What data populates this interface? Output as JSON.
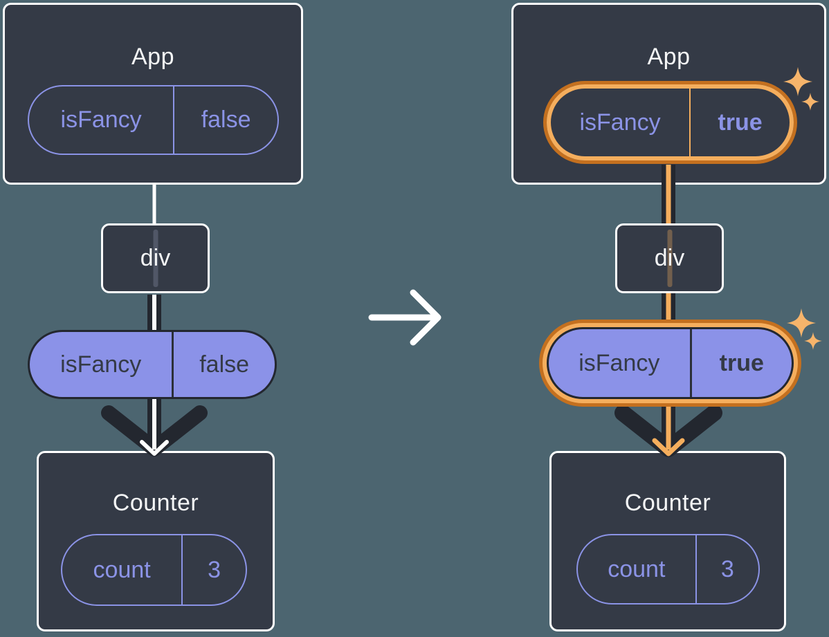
{
  "icons": {
    "transition": "arrow-right-icon",
    "highlight": "sparkle-icon"
  },
  "colors": {
    "background": "#4C6570",
    "card_background": "#343A46",
    "card_border": "#FFFFFF",
    "connector_dark": "#23272F",
    "connector_core_before": "#FFFFFF",
    "connector_core_after": "#F5AE5D",
    "purple_outline": "#8B93E6",
    "purple_fill": "#8B92E8",
    "highlight_ring_light": "#F5AE5D",
    "highlight_ring_dark": "#C4701F",
    "sparkle": "#F6B46B",
    "text_light": "#F5F6F7",
    "text_dark": "#343A46"
  },
  "panels": [
    {
      "id": "before",
      "highlighted": false,
      "app": {
        "title": "App",
        "prop": {
          "name": "isFancy",
          "value": "false"
        }
      },
      "div": {
        "label": "div"
      },
      "passed_prop": {
        "name": "isFancy",
        "value": "false"
      },
      "counter": {
        "title": "Counter",
        "state": {
          "name": "count",
          "value": "3"
        }
      }
    },
    {
      "id": "after",
      "highlighted": true,
      "app": {
        "title": "App",
        "prop": {
          "name": "isFancy",
          "value": "true"
        }
      },
      "div": {
        "label": "div"
      },
      "passed_prop": {
        "name": "isFancy",
        "value": "true"
      },
      "counter": {
        "title": "Counter",
        "state": {
          "name": "count",
          "value": "3"
        }
      }
    }
  ]
}
